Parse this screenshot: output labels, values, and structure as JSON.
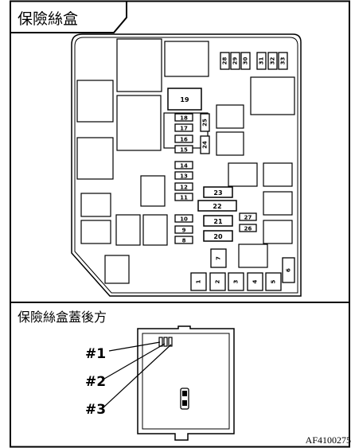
{
  "header": {
    "title": "保險絲盒"
  },
  "lid": {
    "title": "保險絲盒蓋後方"
  },
  "callouts": [
    "#1",
    "#2",
    "#3"
  ],
  "figure_code": "AF4100275",
  "fuse_numbers": {
    "f1": "1",
    "f2": "2",
    "f3": "3",
    "f4": "4",
    "f5": "5",
    "f6": "6",
    "f7": "7",
    "f8": "8",
    "f9": "9",
    "f10": "10",
    "f11": "11",
    "f12": "12",
    "f13": "13",
    "f14": "14",
    "f15": "15",
    "f16": "16",
    "f17": "17",
    "f18": "18",
    "f19": "19",
    "f20": "20",
    "f21": "21",
    "f22": "22",
    "f23": "23",
    "f24": "24",
    "f25": "25",
    "f26": "26",
    "f27": "27",
    "f28": "28",
    "f29": "29",
    "f30": "30",
    "f31": "31",
    "f32": "32",
    "f33": "33"
  }
}
